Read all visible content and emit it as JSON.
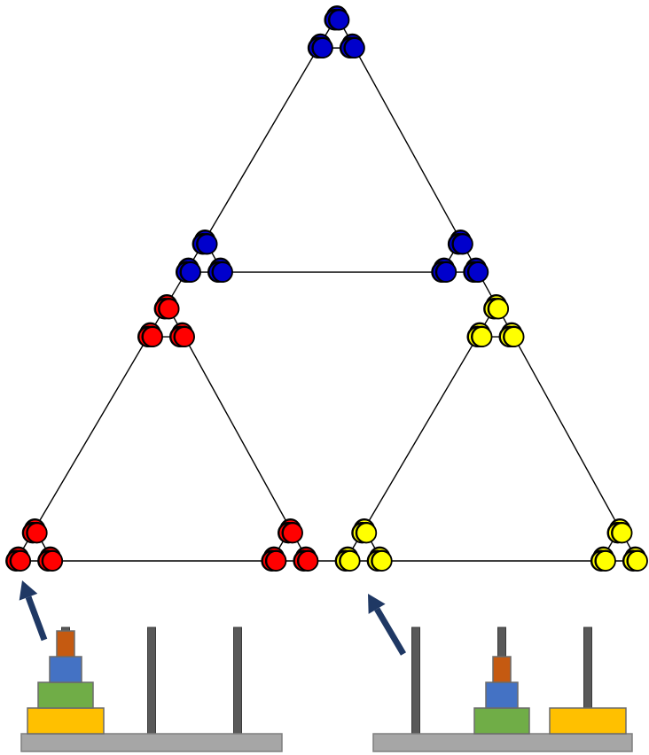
{
  "diagram": {
    "graph_levels": 4,
    "colors": {
      "top": "#0000cc",
      "left": "#ff0000",
      "right": "#ffff00",
      "edge": "#000000",
      "node_stroke": "#000000"
    }
  },
  "hanoi_left": {
    "pegs": 3,
    "pointer": "arrow-icon",
    "stacks": [
      [
        {
          "size": 4,
          "color": "#ffc000"
        },
        {
          "size": 3,
          "color": "#70ad47"
        },
        {
          "size": 2,
          "color": "#4472c4"
        },
        {
          "size": 1,
          "color": "#c55a11"
        }
      ],
      [],
      []
    ]
  },
  "hanoi_right": {
    "pegs": 3,
    "pointer": "arrow-icon",
    "stacks": [
      [],
      [
        {
          "size": 3,
          "color": "#70ad47"
        },
        {
          "size": 2,
          "color": "#4472c4"
        },
        {
          "size": 1,
          "color": "#c55a11"
        }
      ],
      [
        {
          "size": 4,
          "color": "#ffc000"
        }
      ]
    ]
  },
  "hanoi_style": {
    "base_color": "#a6a6a6",
    "peg_color": "#595959",
    "arrow_color": "#1f3864"
  }
}
